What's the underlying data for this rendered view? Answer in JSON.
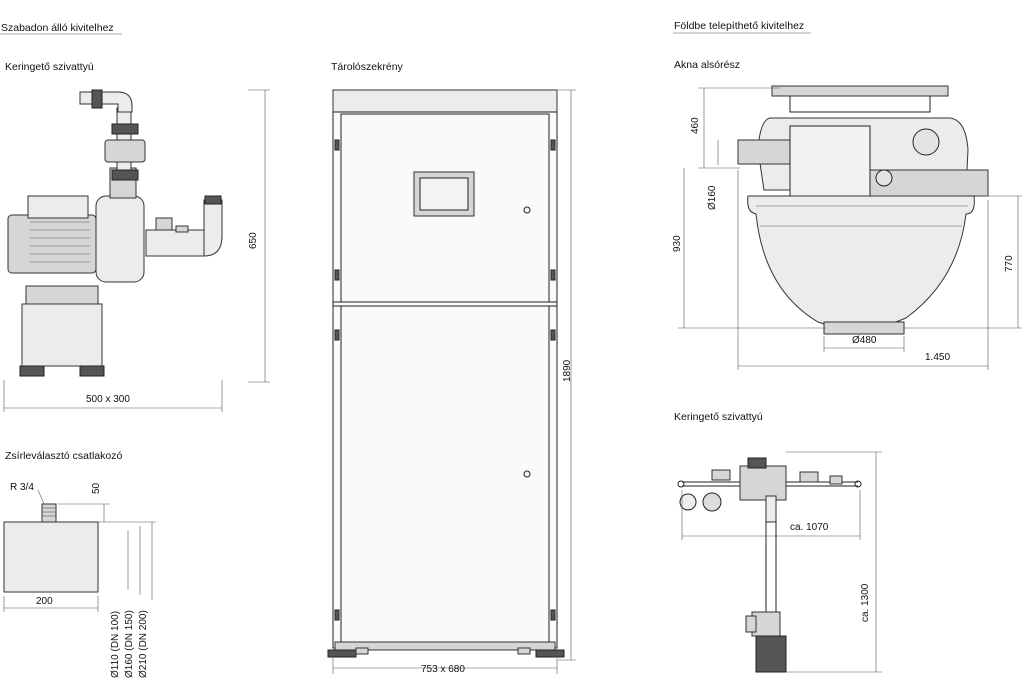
{
  "sections": {
    "freestanding": "Szabadon álló kivitelhez",
    "underground": "Földbe telepíthető kivitelhez"
  },
  "titles": {
    "pump": "Keringető szivattyú",
    "cabinet": "Tárolószekrény",
    "shaft": "Akna alsórész",
    "connector": "Zsírleválasztó csatlakozó",
    "pump2": "Keringető szivattyú"
  },
  "dims": {
    "pump_base": "500 x 300",
    "pump_height": "650",
    "cabinet_base": "753 x 680",
    "cabinet_height": "1890",
    "shaft_460": "460",
    "shaft_d160": "Ø160",
    "shaft_930": "930",
    "shaft_770": "770",
    "shaft_d480": "Ø480",
    "shaft_width": "1.450",
    "conn_thread": "R 3/4",
    "conn_50": "50",
    "conn_200": "200",
    "conn_d110": "Ø110 (DN 100)",
    "conn_d160": "Ø160 (DN 150)",
    "conn_d210": "Ø210 (DN 200)",
    "pump2_width": "ca. 1070",
    "pump2_height": "ca. 1300"
  }
}
